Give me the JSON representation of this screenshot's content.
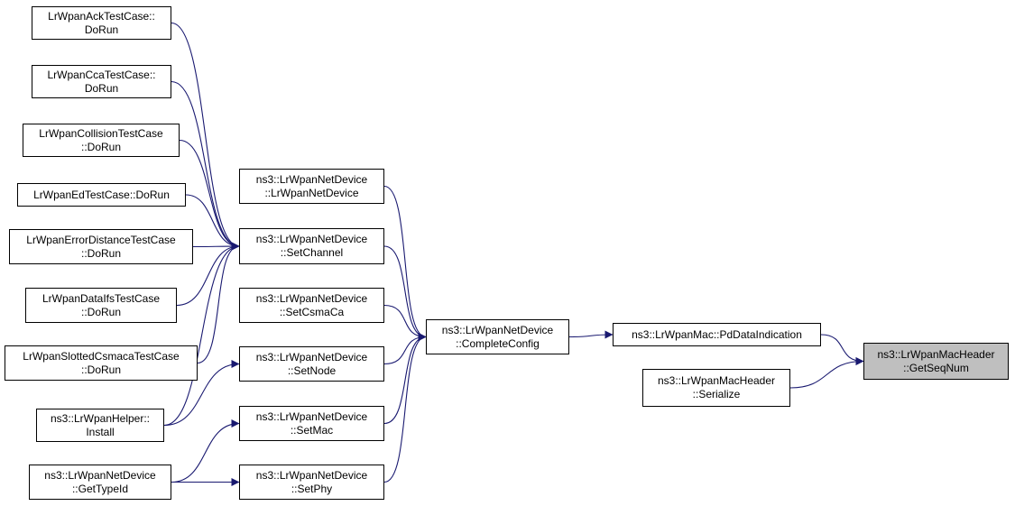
{
  "colors": {
    "edge": "#191970",
    "node_border": "#000000",
    "node_fill": "#ffffff",
    "highlight_fill": "#bfbfbf"
  },
  "nodes": [
    {
      "id": "ack",
      "lines": [
        "LrWpanAckTestCase::",
        "DoRun"
      ]
    },
    {
      "id": "cca",
      "lines": [
        "LrWpanCcaTestCase::",
        "DoRun"
      ]
    },
    {
      "id": "collision",
      "lines": [
        "LrWpanCollisionTestCase",
        "::DoRun"
      ]
    },
    {
      "id": "ed",
      "lines": [
        "LrWpanEdTestCase::DoRun"
      ]
    },
    {
      "id": "errdist",
      "lines": [
        "LrWpanErrorDistanceTestCase",
        "::DoRun"
      ]
    },
    {
      "id": "dataifs",
      "lines": [
        "LrWpanDataIfsTestCase",
        "::DoRun"
      ]
    },
    {
      "id": "slotted",
      "lines": [
        "LrWpanSlottedCsmacaTestCase",
        "::DoRun"
      ]
    },
    {
      "id": "helper",
      "lines": [
        "ns3::LrWpanHelper::",
        "Install"
      ]
    },
    {
      "id": "typeid",
      "lines": [
        "ns3::LrWpanNetDevice",
        "::GetTypeId"
      ]
    },
    {
      "id": "ctor",
      "lines": [
        "ns3::LrWpanNetDevice",
        "::LrWpanNetDevice"
      ]
    },
    {
      "id": "setchannel",
      "lines": [
        "ns3::LrWpanNetDevice",
        "::SetChannel"
      ]
    },
    {
      "id": "setcsmaca",
      "lines": [
        "ns3::LrWpanNetDevice",
        "::SetCsmaCa"
      ]
    },
    {
      "id": "setnode",
      "lines": [
        "ns3::LrWpanNetDevice",
        "::SetNode"
      ]
    },
    {
      "id": "setmac",
      "lines": [
        "ns3::LrWpanNetDevice",
        "::SetMac"
      ]
    },
    {
      "id": "setphy",
      "lines": [
        "ns3::LrWpanNetDevice",
        "::SetPhy"
      ]
    },
    {
      "id": "complete",
      "lines": [
        "ns3::LrWpanNetDevice",
        "::CompleteConfig"
      ]
    },
    {
      "id": "pddata",
      "lines": [
        "ns3::LrWpanMac::PdDataIndication"
      ]
    },
    {
      "id": "serialize",
      "lines": [
        "ns3::LrWpanMacHeader",
        "::Serialize"
      ]
    },
    {
      "id": "getseqnum",
      "lines": [
        "ns3::LrWpanMacHeader",
        "::GetSeqNum"
      ],
      "highlight": true
    }
  ],
  "edges": [
    {
      "from": "ack",
      "to": "setchannel"
    },
    {
      "from": "cca",
      "to": "setchannel"
    },
    {
      "from": "collision",
      "to": "setchannel"
    },
    {
      "from": "ed",
      "to": "setchannel"
    },
    {
      "from": "errdist",
      "to": "setchannel"
    },
    {
      "from": "dataifs",
      "to": "setchannel"
    },
    {
      "from": "slotted",
      "to": "setchannel"
    },
    {
      "from": "helper",
      "to": "setchannel"
    },
    {
      "from": "helper",
      "to": "setnode"
    },
    {
      "from": "typeid",
      "to": "setmac"
    },
    {
      "from": "typeid",
      "to": "setphy"
    },
    {
      "from": "ctor",
      "to": "complete"
    },
    {
      "from": "setchannel",
      "to": "complete"
    },
    {
      "from": "setcsmaca",
      "to": "complete"
    },
    {
      "from": "setnode",
      "to": "complete"
    },
    {
      "from": "setmac",
      "to": "complete"
    },
    {
      "from": "setphy",
      "to": "complete"
    },
    {
      "from": "complete",
      "to": "pddata"
    },
    {
      "from": "pddata",
      "to": "getseqnum"
    },
    {
      "from": "serialize",
      "to": "getseqnum"
    }
  ]
}
